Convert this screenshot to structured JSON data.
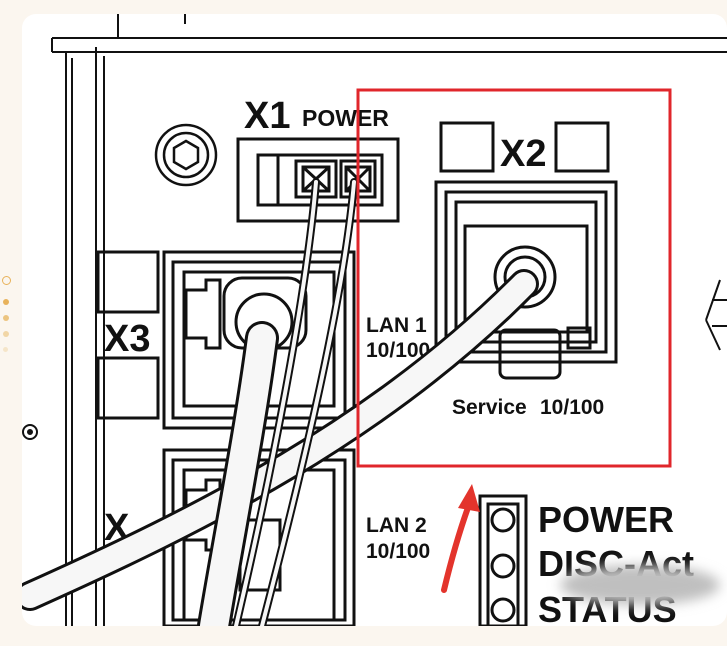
{
  "labels": {
    "x1": "X1",
    "power_connector": "POWER",
    "x2": "X2",
    "x3": "X3",
    "lan1_name": "LAN 1",
    "lan1_speed": "10/100",
    "service_name": "Service",
    "service_speed": "10/100",
    "lan2_name": "LAN 2",
    "lan2_speed": "10/100",
    "x4_partial": "X",
    "led_power": "POWER",
    "led_disc": "DISC-Act",
    "led_status": "STATUS"
  },
  "colors": {
    "highlight": "#e0262b",
    "arrow": "#e3342c",
    "line": "#111111",
    "cable": "#f7f7f7",
    "blur": "#bfbfbf",
    "dot": "#e8b25a"
  }
}
